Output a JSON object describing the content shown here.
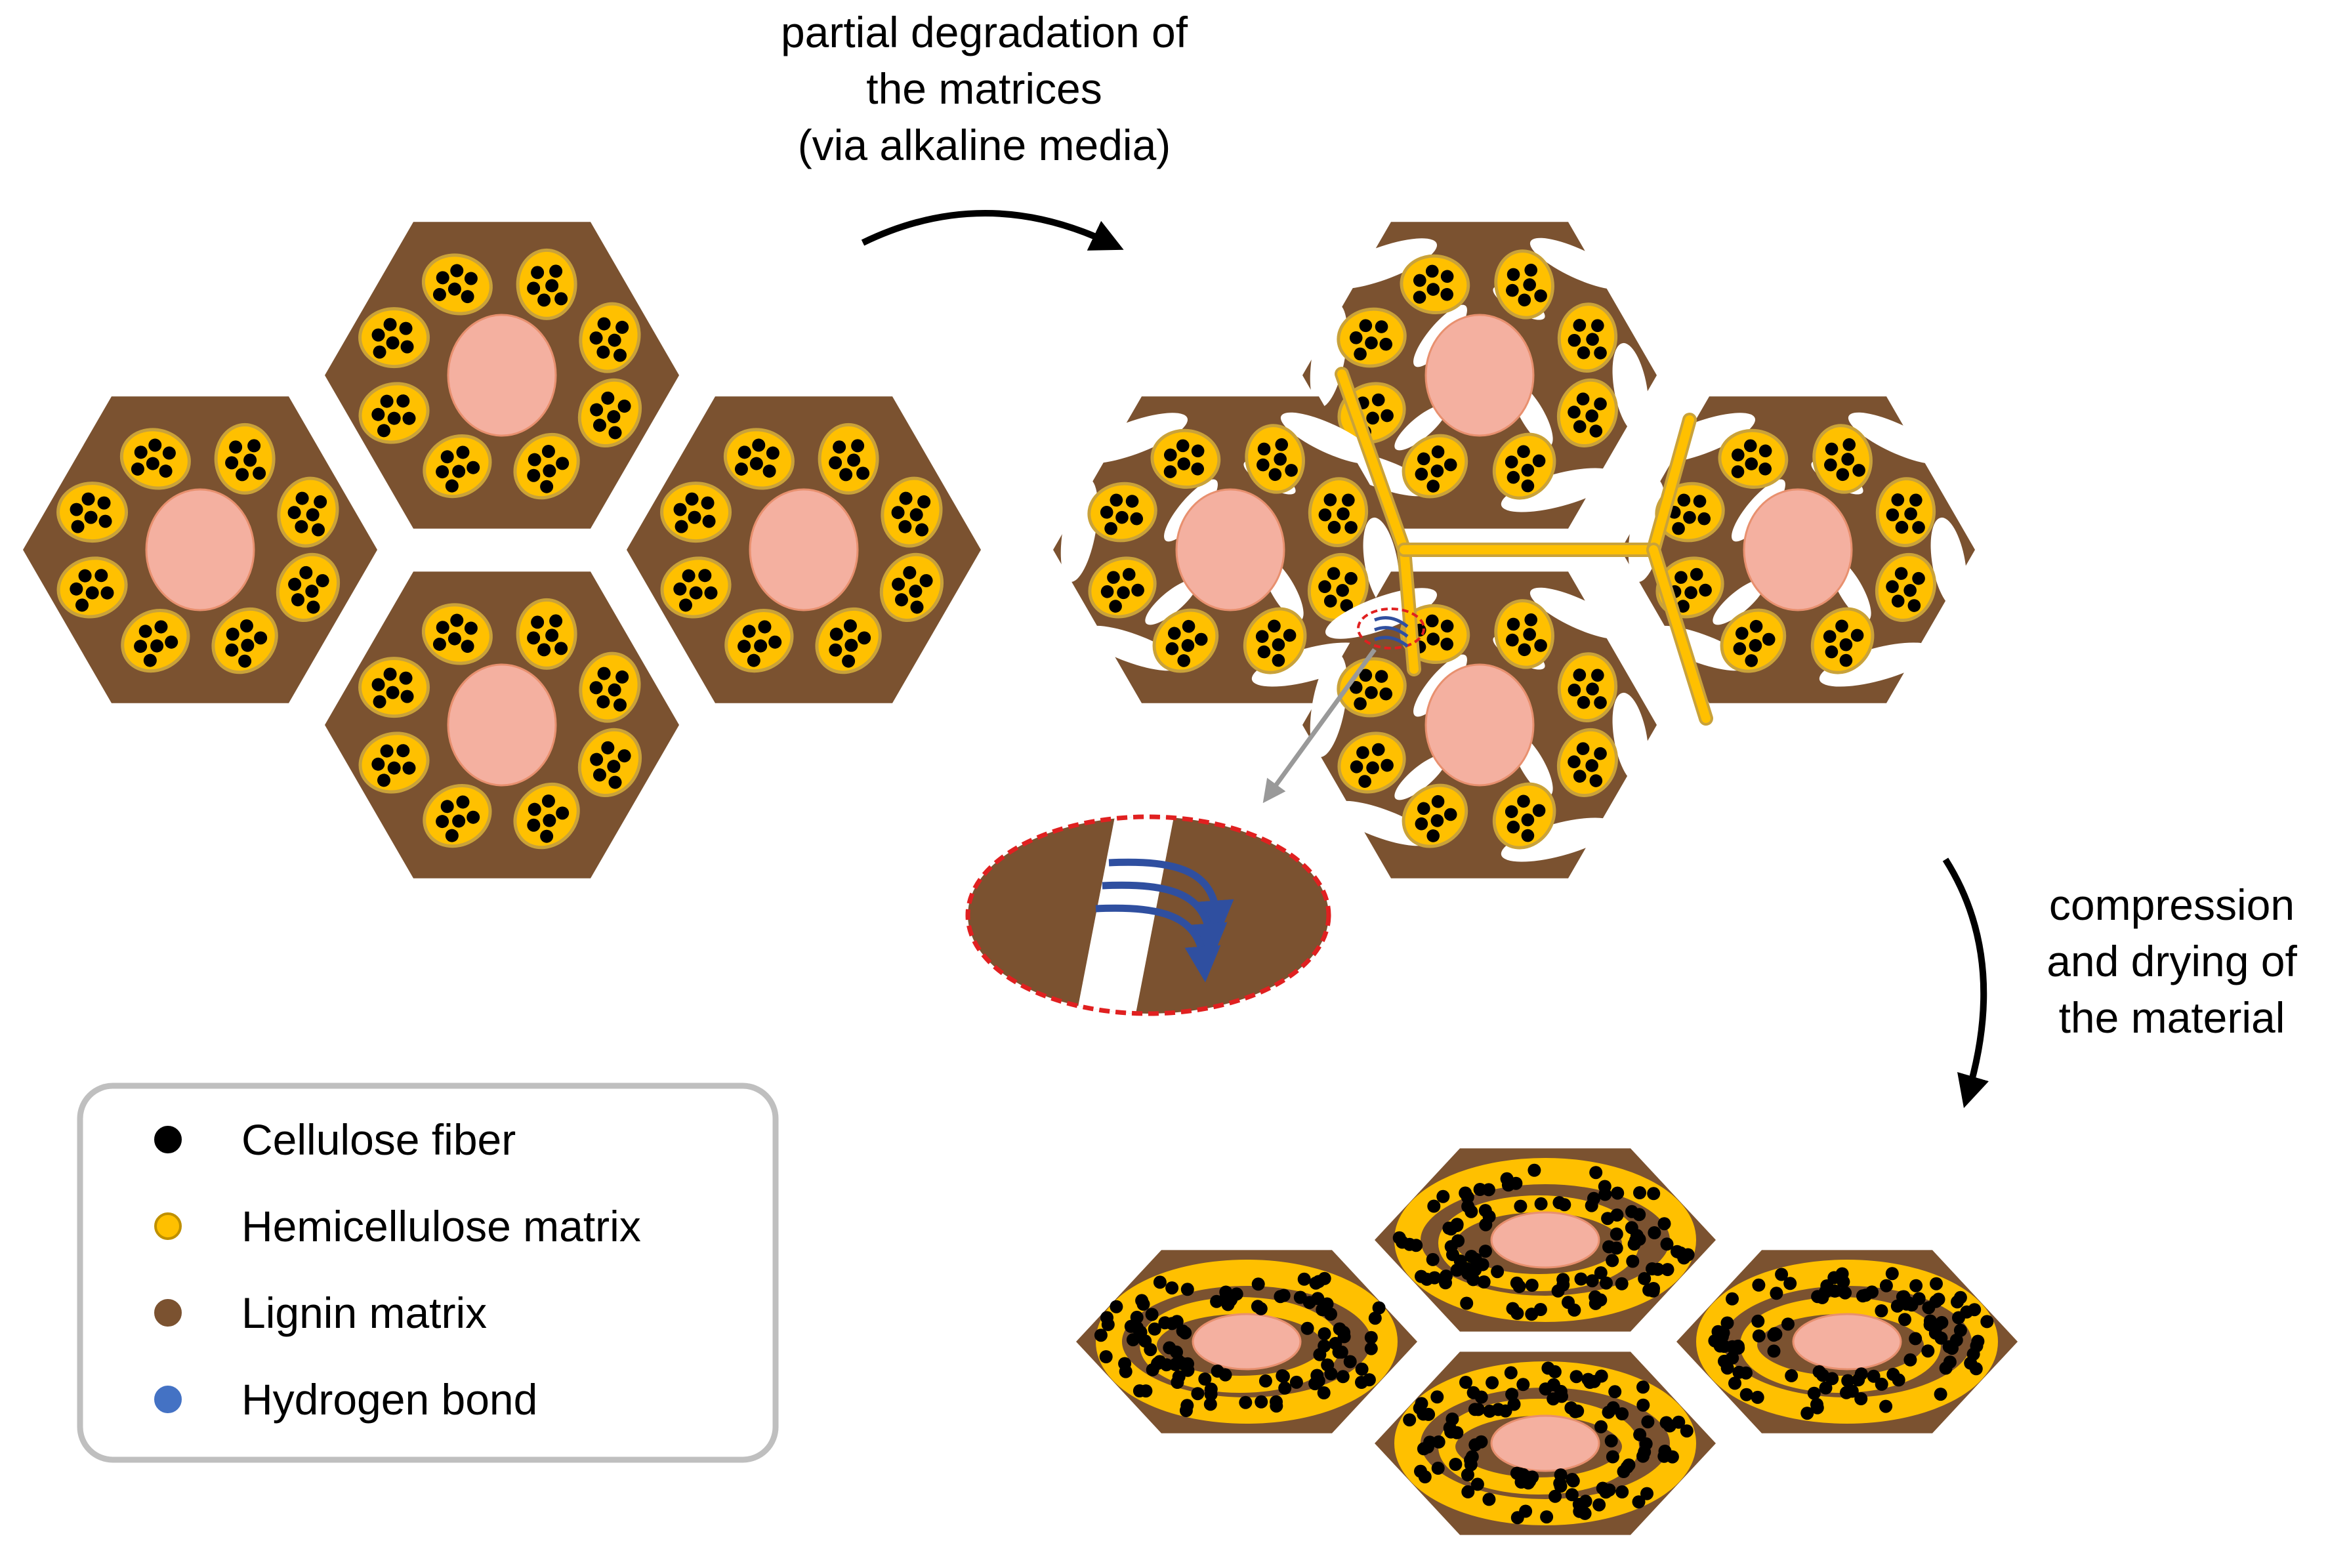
{
  "step1_label": {
    "line1": "partial degradation of",
    "line2": "the matrices",
    "line3": "(via alkaline media)"
  },
  "step2_label": {
    "line1": "compression",
    "line2": "and drying of",
    "line3": "the material"
  },
  "legend": {
    "items": [
      {
        "label": "Cellulose fiber",
        "color": "#000000",
        "stroke": "#000000",
        "icon": "black-dot-icon"
      },
      {
        "label": "Hemicellulose matrix",
        "color": "#FFC000",
        "stroke": "#BF9000",
        "icon": "yellow-dot-icon"
      },
      {
        "label": "Lignin matrix",
        "color": "#7B5230",
        "stroke": "#7B5230",
        "icon": "brown-dot-icon"
      },
      {
        "label": "Hydrogen bond",
        "color": "#4472C4",
        "stroke": "#4472C4",
        "icon": "blue-dot-icon"
      }
    ]
  },
  "colors": {
    "lignin": "#7B5230",
    "hemicellulose": "#FFC000",
    "hemicellulose_edge": "#C9A23A",
    "cellulose": "#000000",
    "lumen": "#F4B0A0",
    "hydrogen_bond": "#2F4FA0",
    "zoom_border": "#E02020",
    "pointer": "#999999"
  }
}
